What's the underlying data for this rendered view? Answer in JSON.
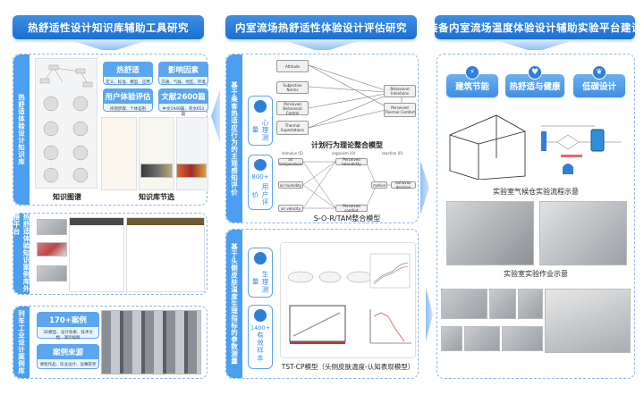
{
  "columns": [
    {
      "title": "热舒适性设计知识库辅助工具研究",
      "sections": [
        {
          "side_label": "热舒适体验设计知识库",
          "tags": [
            {
              "title": "热舒适",
              "sub": "定义、标准、模型、应用"
            },
            {
              "title": "影响因素",
              "sub": "交通、气候、地区、环境"
            },
            {
              "title": "用户体验评估",
              "sub": "评测步骤、个体差别"
            },
            {
              "title": "文献2600篇",
              "sub": "中文1949篇，英文651篇"
            }
          ],
          "captions": [
            "知识图谱",
            "知识库节选"
          ]
        },
        {
          "side_label": "热舒适体验知识案例库外接平台"
        },
        {
          "side_label": "列车工业设计案例库",
          "tags": [
            {
              "title": "170+案例",
              "sub": "3D模型、设计效果、技术文档、演示视频"
            },
            {
              "title": "案例来源",
              "sub": "课程作品、毕业设计、竞赛获奖"
            }
          ]
        }
      ]
    },
    {
      "title": "内室流场热舒适性体验设计评估研究",
      "sections": [
        {
          "side_label": "基于乘客热适应行为的主观感知评价",
          "stats": [
            {
              "label": "心理测量",
              "icon": "brain-icon"
            },
            {
              "value": "800+",
              "label": "用户评价",
              "icon": "users-icon"
            }
          ],
          "tpb": {
            "nodes": [
              "Attitude",
              "Subjective Norms",
              "Perceived Behavioral Control",
              "Thermal Expectations",
              "Behavioral Intentions",
              "Perceived Thermal Comfort"
            ],
            "caption": "计划行为理论整合模型"
          },
          "sor": {
            "headers": [
              "stimulus (S)",
              "organism (O)",
              "reaction (R)"
            ],
            "nodes": [
              "air temperature",
              "air humidity",
              "air velocity",
              "Perceived tolerability",
              "Perceived comfort",
              "motive",
              "behavior decision"
            ],
            "caption": "S-O-R/TAM整合模型"
          }
        },
        {
          "side_label": "基于头侧皮肤温度生理指标的参数测量",
          "stats": [
            {
              "label": "生理测量",
              "icon": "physiology-icon"
            },
            {
              "value": "1400+",
              "label": "有效样本",
              "icon": "users-icon"
            }
          ],
          "caption": "TST-CP模型（头侧皮肤温度-认知表现模型）"
        }
      ]
    },
    {
      "title": "装备内室流场温度体验设计辅助实验平台建设",
      "cards": [
        {
          "label": "建筑节能",
          "icon": "energy-icon"
        },
        {
          "label": "热舒适与健康",
          "icon": "health-icon"
        },
        {
          "label": "低碳设计",
          "icon": "leaf-icon"
        }
      ],
      "captions": [
        "实验室气候仓实验流程示意",
        "实验室实验作业示意"
      ]
    }
  ],
  "colors": {
    "primary": "#1c6fd1",
    "accent": "#4a9ff0",
    "border": "#8fb5e6"
  }
}
